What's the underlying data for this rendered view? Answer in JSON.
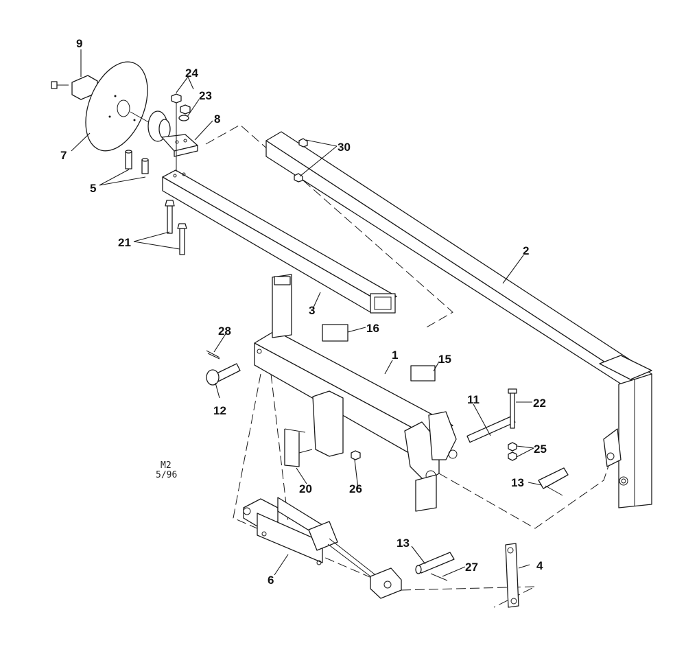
{
  "diagram": {
    "stamp_line1": "M2",
    "stamp_line2": "5/96",
    "callouts": {
      "c1": "1",
      "c2": "2",
      "c3": "3",
      "c4": "4",
      "c5": "5",
      "c6": "6",
      "c7": "7",
      "c8": "8",
      "c9": "9",
      "c11": "11",
      "c12": "12",
      "c13a": "13",
      "c13b": "13",
      "c15": "15",
      "c16": "16",
      "c20": "20",
      "c21": "21",
      "c22": "22",
      "c23": "23",
      "c24": "24",
      "c25": "25",
      "c26": "26",
      "c27": "27",
      "c28": "28",
      "c30": "30"
    }
  }
}
